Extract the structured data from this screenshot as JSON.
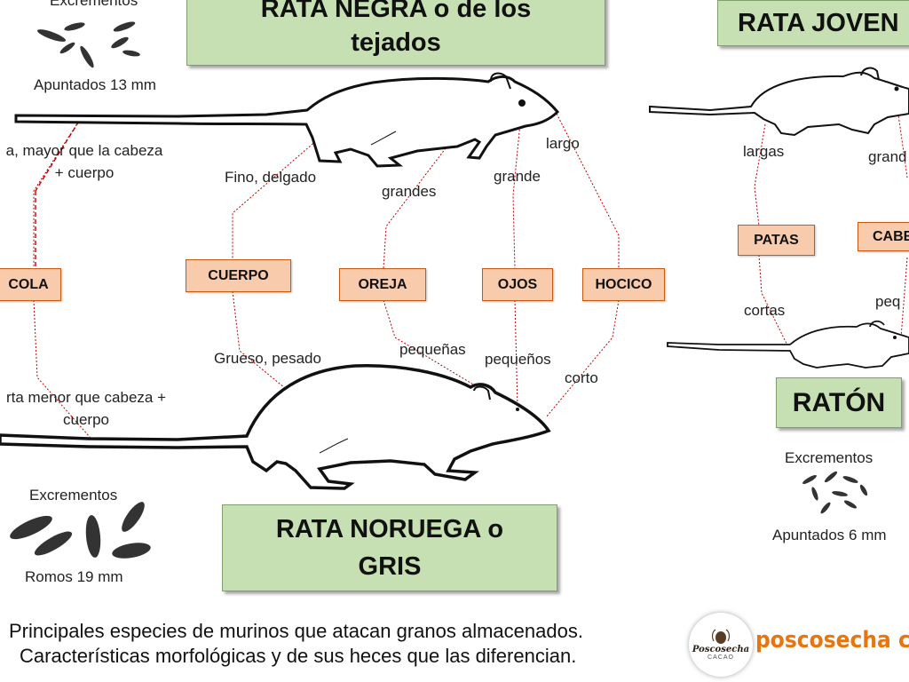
{
  "titles": {
    "black_rat_line1": "RATA NEGRA o de los",
    "black_rat_line2": "tejados",
    "young_rat": "RATA JOVEN",
    "norway_rat_line1": "RATA NORUEGA o",
    "norway_rat_line2": "GRIS",
    "mouse": "RATÓN"
  },
  "tags": {
    "cola": "COLA",
    "cuerpo": "CUERPO",
    "oreja": "OREJA",
    "ojos": "OJOS",
    "hocico": "HOCICO",
    "patas": "PATAS",
    "cabeza": "CABE"
  },
  "black_rat_traits": {
    "tail_line1": "a, mayor que la cabeza",
    "tail_line2": "+ cuerpo",
    "body": "Fino, delgado",
    "ears": "grandes",
    "eyes": "grande",
    "snout": "largo"
  },
  "norway_rat_traits": {
    "tail_line1": "rta menor que cabeza +",
    "tail_line2": "cuerpo",
    "body": "Grueso, pesado",
    "ears": "pequeñas",
    "eyes": "pequeños",
    "snout": "corto"
  },
  "young_rat_traits": {
    "legs": "largas",
    "head": "grand"
  },
  "mouse_traits": {
    "legs": "cortas",
    "head": "peq"
  },
  "droppings": {
    "black_rat_title": "Excrementos",
    "black_rat_desc": "Apuntados 13 mm",
    "norway_rat_title": "Excrementos",
    "norway_rat_desc": "Romos 19 mm",
    "mouse_title": "Excrementos",
    "mouse_desc": "Apuntados 6 mm"
  },
  "caption": {
    "line1": "Principales especies de murinos que atacan granos almacenados.",
    "line2": "Características morfológicas y de sus heces que las diferencian."
  },
  "logo": {
    "name": "Poscosecha",
    "sub": "CACAO",
    "brand_text": "poscosecha cac"
  },
  "colors": {
    "title_box": "#c6e0b4",
    "tag_box": "#f8cbad",
    "connector": "#c00000",
    "brand": "#e8750d"
  }
}
